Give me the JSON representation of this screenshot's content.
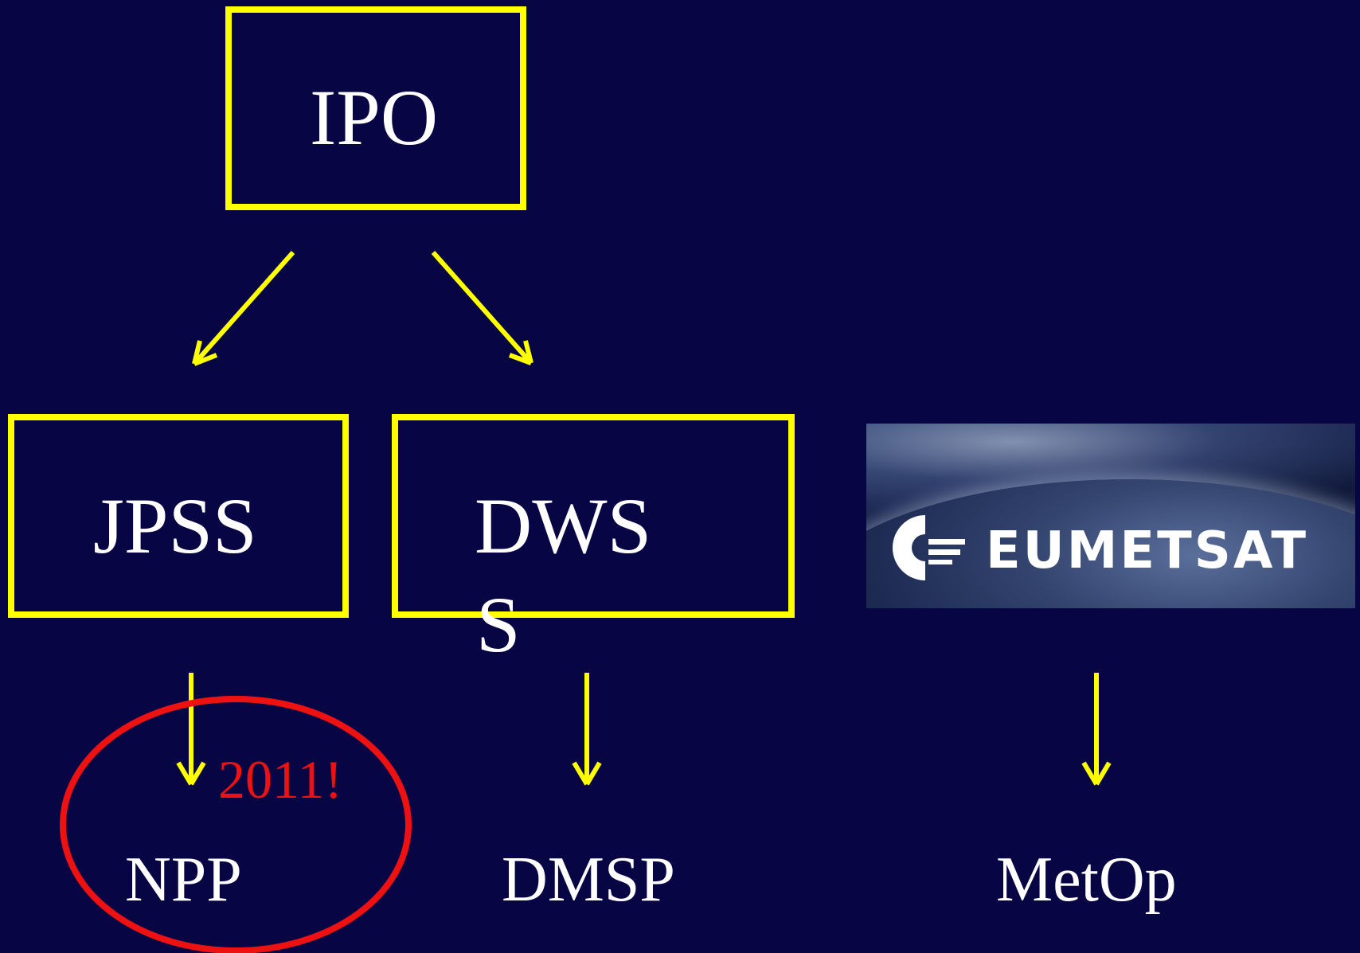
{
  "nodes": {
    "ipo": "IPO",
    "jpss": "JPSS",
    "dwss_line1": "DWS",
    "dwss_line2": "S",
    "npp": "NPP",
    "dmsp": "DMSP",
    "metop": "MetOp"
  },
  "annotation": "2011!",
  "logo": {
    "text": "EUMETSAT"
  },
  "colors": {
    "background": "#080545",
    "box_border": "#ffff00",
    "arrow": "#ffff00",
    "text": "#ffffff",
    "highlight": "#ee1111"
  }
}
